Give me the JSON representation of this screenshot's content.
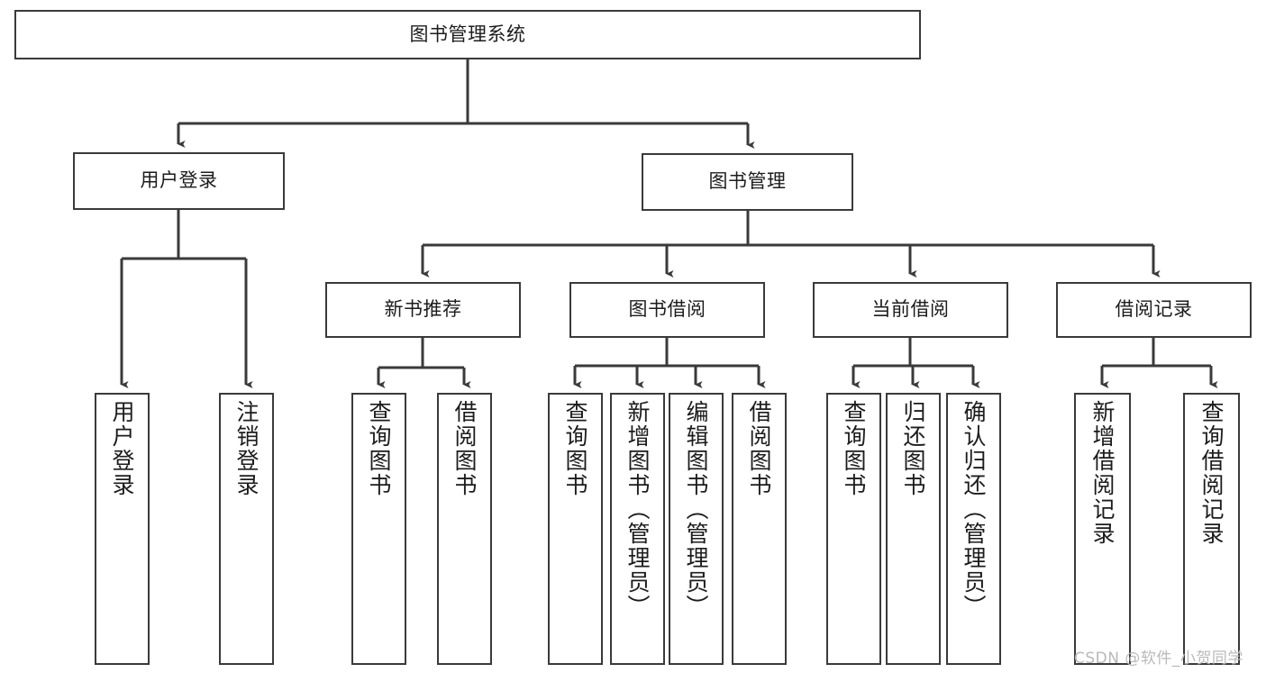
{
  "diagram": {
    "type": "tree-hierarchy-chart",
    "title": "图书管理系统",
    "watermark": "CSDN @软件_小贺同学",
    "colors": {
      "stroke": "#3a3a3a",
      "fill": "#ffffff",
      "text": "#1c1c1c",
      "watermark": "#b9b9b9"
    },
    "levels": {
      "root": {
        "label": "图书管理系统"
      },
      "level2": [
        {
          "label": "用户登录"
        },
        {
          "label": "图书管理"
        }
      ],
      "level3": [
        {
          "label": "新书推荐"
        },
        {
          "label": "图书借阅"
        },
        {
          "label": "当前借阅"
        },
        {
          "label": "借阅记录"
        }
      ],
      "leaves": {
        "user_login": [
          {
            "label": "用户登录"
          },
          {
            "label": "注销登录"
          }
        ],
        "new_book_recommend": [
          {
            "label": "查询图书"
          },
          {
            "label": "借阅图书"
          }
        ],
        "book_borrow": [
          {
            "label": "查询图书"
          },
          {
            "label": "新增图书（管理员）"
          },
          {
            "label": "编辑图书（管理员）"
          },
          {
            "label": "借阅图书"
          }
        ],
        "current_borrow": [
          {
            "label": "查询图书"
          },
          {
            "label": "归还图书"
          },
          {
            "label": "确认归还（管理员）"
          }
        ],
        "borrow_record": [
          {
            "label": "新增借阅记录"
          },
          {
            "label": "查询借阅记录"
          }
        ]
      }
    }
  }
}
